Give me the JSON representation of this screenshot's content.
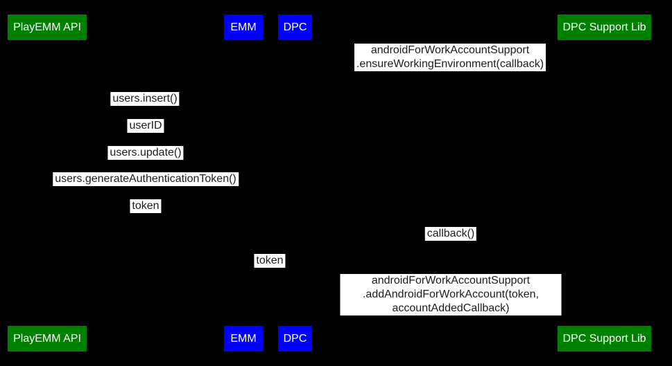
{
  "diagram": {
    "type": "sequence-diagram",
    "background_color": "#000000",
    "label_bg_color": "#ffffff",
    "label_text_color": "#1c1c1c",
    "actor_text_color": "#ffffff",
    "actors": [
      {
        "id": "play-emm-api",
        "label": "PlayEMM API",
        "color": "#008000"
      },
      {
        "id": "emm",
        "label": "EMM",
        "color": "#0000ff"
      },
      {
        "id": "dpc",
        "label": "DPC",
        "color": "#0000ff"
      },
      {
        "id": "dpc-support-lib",
        "label": "DPC Support Lib",
        "color": "#008000"
      }
    ],
    "messages": [
      {
        "text": "androidForWorkAccountSupport\n.ensureWorkingEnvironment(callback)"
      },
      {
        "text": "users.insert()"
      },
      {
        "text": "userID"
      },
      {
        "text": "users.update()"
      },
      {
        "text": "users.generateAuthenticationToken()"
      },
      {
        "text": "token"
      },
      {
        "text": "callback()"
      },
      {
        "text": "token"
      },
      {
        "text": "androidForWorkAccountSupport\n.addAndroidForWorkAccount(token, accountAddedCallback)"
      }
    ]
  }
}
